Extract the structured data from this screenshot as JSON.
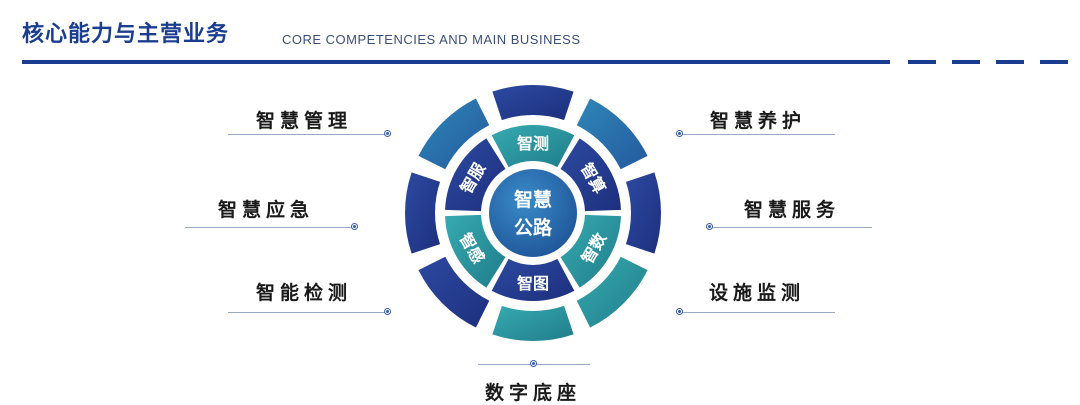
{
  "header": {
    "title": "核心能力与主营业务",
    "subtitle": "CORE COMPETENCIES AND MAIN BUSINESS"
  },
  "center": {
    "line1": "智慧",
    "line2": "公路"
  },
  "inner_ring": [
    "智测",
    "智算",
    "智数",
    "智图",
    "智感",
    "智服"
  ],
  "left_features": [
    "智慧管理",
    "智慧应急",
    "智能检测"
  ],
  "right_features": [
    "智慧养护",
    "智慧服务",
    "设施监测"
  ],
  "bottom_feature": "数字底座",
  "colors": {
    "brand_blue": "#1b3d8f",
    "ring_navy": "#2d3f93",
    "ring_teal": "#2e9a9e",
    "ring_mid": "#2b6ea8",
    "center_blue": "#2a6fb0"
  }
}
